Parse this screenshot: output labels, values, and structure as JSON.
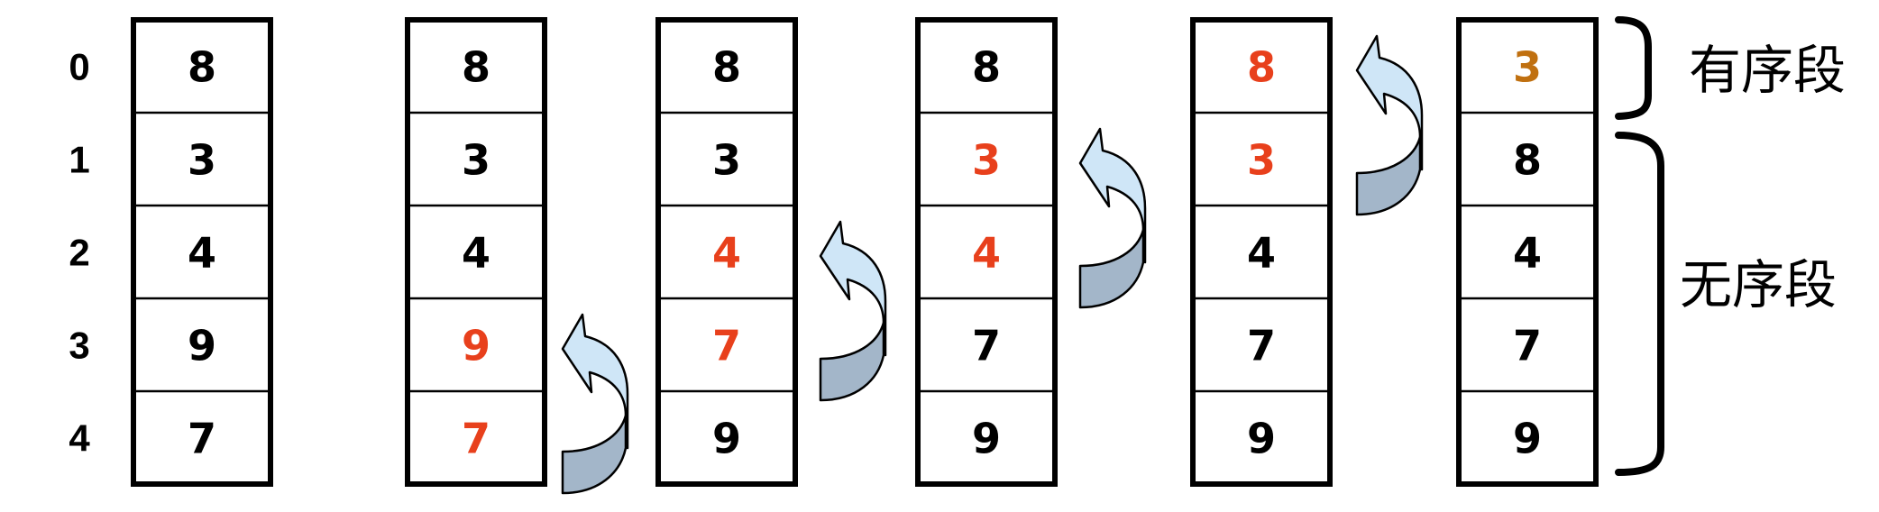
{
  "index_labels": [
    "0",
    "1",
    "2",
    "3",
    "4"
  ],
  "colors": {
    "normal": "#000000",
    "compare": "#e8401c",
    "sorted": "#c07010",
    "arrow_light": "#cfe6f7",
    "arrow_dark": "#a3b6c9"
  },
  "columns": [
    {
      "values": [
        "8",
        "3",
        "4",
        "9",
        "7"
      ],
      "states": [
        "normal",
        "normal",
        "normal",
        "normal",
        "normal"
      ]
    },
    {
      "values": [
        "8",
        "3",
        "4",
        "9",
        "7"
      ],
      "states": [
        "normal",
        "normal",
        "normal",
        "compare",
        "compare"
      ]
    },
    {
      "values": [
        "8",
        "3",
        "4",
        "7",
        "9"
      ],
      "states": [
        "normal",
        "normal",
        "compare",
        "compare",
        "normal"
      ]
    },
    {
      "values": [
        "8",
        "3",
        "4",
        "7",
        "9"
      ],
      "states": [
        "normal",
        "compare",
        "compare",
        "normal",
        "normal"
      ]
    },
    {
      "values": [
        "8",
        "3",
        "4",
        "7",
        "9"
      ],
      "states": [
        "compare",
        "compare",
        "normal",
        "normal",
        "normal"
      ]
    },
    {
      "values": [
        "3",
        "8",
        "4",
        "7",
        "9"
      ],
      "states": [
        "sorted",
        "normal",
        "normal",
        "normal",
        "normal"
      ]
    }
  ],
  "swap_arrows": [
    {
      "between_rows": [
        3,
        4
      ]
    },
    {
      "between_rows": [
        2,
        3
      ]
    },
    {
      "between_rows": [
        1,
        2
      ]
    },
    {
      "between_rows": [
        0,
        1
      ]
    }
  ],
  "labels": {
    "sorted_segment": "有序段",
    "unsorted_segment": "无序段"
  }
}
